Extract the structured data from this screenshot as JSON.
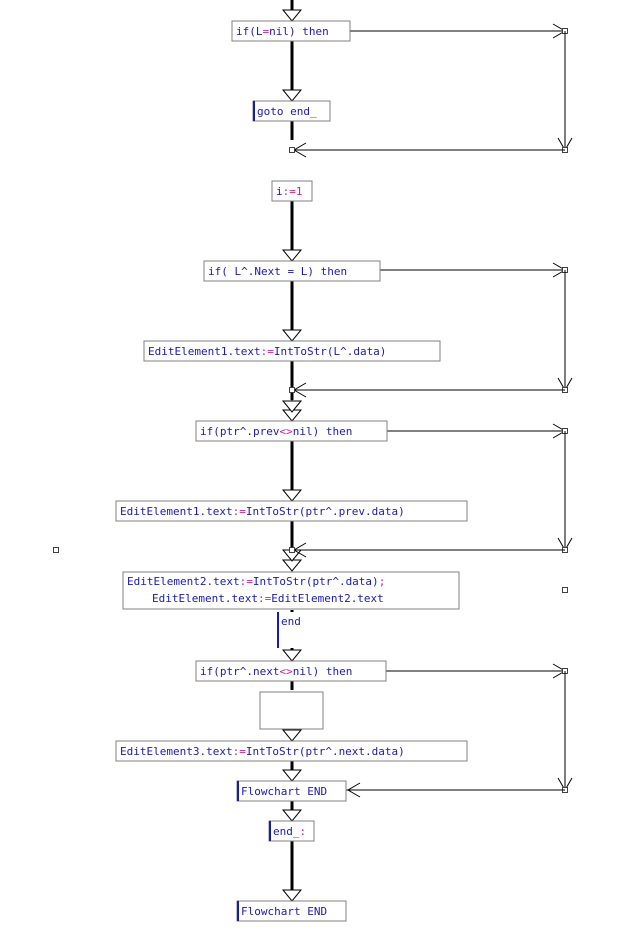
{
  "blocks": {
    "if_l_nil": {
      "parts": [
        [
          "kw",
          "if("
        ],
        [
          "var",
          "L"
        ],
        [
          "op",
          "="
        ],
        [
          "kw",
          "nil"
        ],
        [
          "plain",
          ")  "
        ],
        [
          "kw",
          "then"
        ]
      ]
    },
    "goto_end": {
      "parts": [
        [
          "kw",
          "goto end_"
        ]
      ]
    },
    "i_assign": {
      "parts": [
        [
          "kw",
          "i"
        ],
        [
          "op",
          ":="
        ],
        [
          "num",
          "1"
        ]
      ]
    },
    "if_l_next": {
      "parts": [
        [
          "kw",
          "if("
        ],
        [
          "plain",
          " L^.Next = L) "
        ],
        [
          "kw",
          "then"
        ]
      ]
    },
    "edit1_l": {
      "parts": [
        [
          "kw",
          "EditElement1.text"
        ],
        [
          "op",
          ":="
        ],
        [
          "kw",
          "IntToStr"
        ],
        [
          "plain",
          "(L^.data)"
        ]
      ]
    },
    "if_ptr_prev": {
      "parts": [
        [
          "kw",
          "if("
        ],
        [
          "plain",
          "ptr^.prev"
        ],
        [
          "op",
          "<>"
        ],
        [
          "kw",
          "nil"
        ],
        [
          "plain",
          ") "
        ],
        [
          "kw",
          "then"
        ]
      ]
    },
    "edit1_prev": {
      "parts": [
        [
          "kw",
          "EditElement1.text"
        ],
        [
          "op",
          ":="
        ],
        [
          "kw",
          "IntToStr"
        ],
        [
          "plain",
          "(ptr^.prev.data)"
        ]
      ]
    },
    "edit2_line1": {
      "parts": [
        [
          "kw",
          "EditElement2.text"
        ],
        [
          "op",
          ":="
        ],
        [
          "kw",
          "IntToStr"
        ],
        [
          "plain",
          "(ptr^.data)"
        ],
        [
          "op",
          ";"
        ]
      ]
    },
    "edit2_line2": {
      "parts": [
        [
          "kw",
          "EditElement.text"
        ],
        [
          "op",
          ":="
        ],
        [
          "kw",
          "EditElement2.text"
        ]
      ]
    },
    "end_kw": {
      "parts": [
        [
          "kw",
          "end"
        ]
      ]
    },
    "if_ptr_next": {
      "parts": [
        [
          "kw",
          "if("
        ],
        [
          "plain",
          "ptr^.next"
        ],
        [
          "op",
          "<>"
        ],
        [
          "kw",
          "nil"
        ],
        [
          "plain",
          ") "
        ],
        [
          "kw",
          "then"
        ]
      ]
    },
    "edit3_next": {
      "parts": [
        [
          "kw",
          "EditElement3.text"
        ],
        [
          "op",
          ":="
        ],
        [
          "kw",
          "IntToStr"
        ],
        [
          "plain",
          "(ptr^.next.data)"
        ]
      ]
    },
    "flowchart_end_1": {
      "parts": [
        [
          "kw",
          "Flowchart END"
        ]
      ]
    },
    "end_label": {
      "parts": [
        [
          "kw",
          "end_"
        ],
        [
          "op",
          ":"
        ]
      ]
    },
    "flowchart_end_2": {
      "parts": [
        [
          "kw",
          "Flowchart END"
        ]
      ]
    }
  },
  "colors": {
    "kw": "#1a1ab0",
    "op": "#d0209a",
    "num": "#d0209a",
    "var": "#1a1ab0",
    "plain": "#1a1ab0",
    "line": "#000000",
    "box_border": "#808080",
    "accent_bar": "#1a1ab0"
  }
}
